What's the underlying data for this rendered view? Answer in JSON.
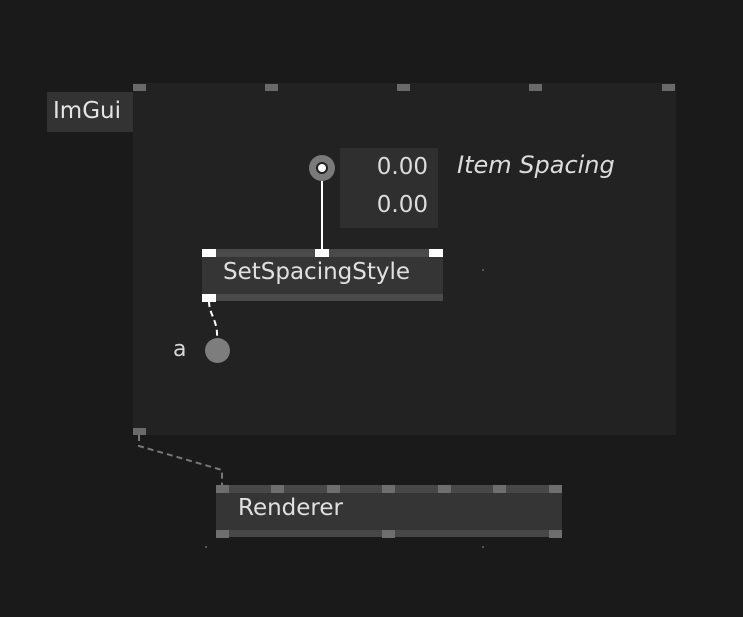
{
  "group": {
    "label": "ImGui"
  },
  "iobox": {
    "values": [
      "0.00",
      "0.00"
    ],
    "label": "Item Spacing"
  },
  "set_spacing_node": {
    "title": "SetSpacingStyle"
  },
  "input_node": {
    "label": "a"
  },
  "renderer_node": {
    "title": "Renderer"
  },
  "colors": {
    "background": "#1a1a1a",
    "group_region": "#222222",
    "node_body": "#353535",
    "pin_active": "#ffffff",
    "pin_inactive": "#6e6e6e"
  }
}
